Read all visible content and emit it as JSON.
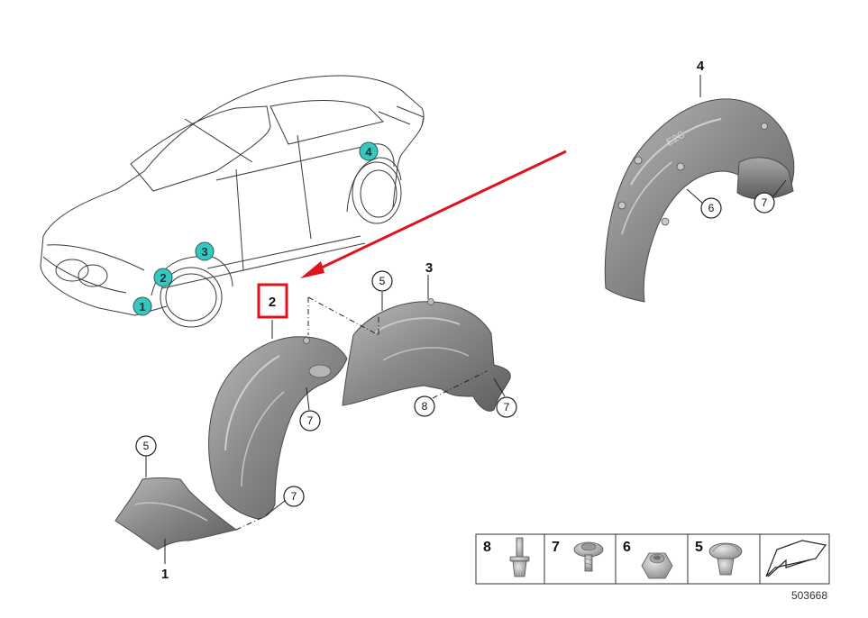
{
  "diagram": {
    "part_labels": {
      "p1": "1",
      "p2": "2",
      "p3": "3",
      "p4": "4"
    },
    "car_markers": [
      "1",
      "2",
      "3",
      "4"
    ],
    "callouts": {
      "c5a": "5",
      "c5b": "5",
      "c6": "6",
      "c7a": "7",
      "c7b": "7",
      "c7c": "7",
      "c7d": "7",
      "c8": "8"
    },
    "legend": [
      "8",
      "7",
      "6",
      "5"
    ],
    "reference_number": "503668",
    "colors": {
      "highlight": "#e0121b",
      "car_marker_fill": "#39c6c0",
      "part_fill": "#8c8c8c"
    }
  }
}
